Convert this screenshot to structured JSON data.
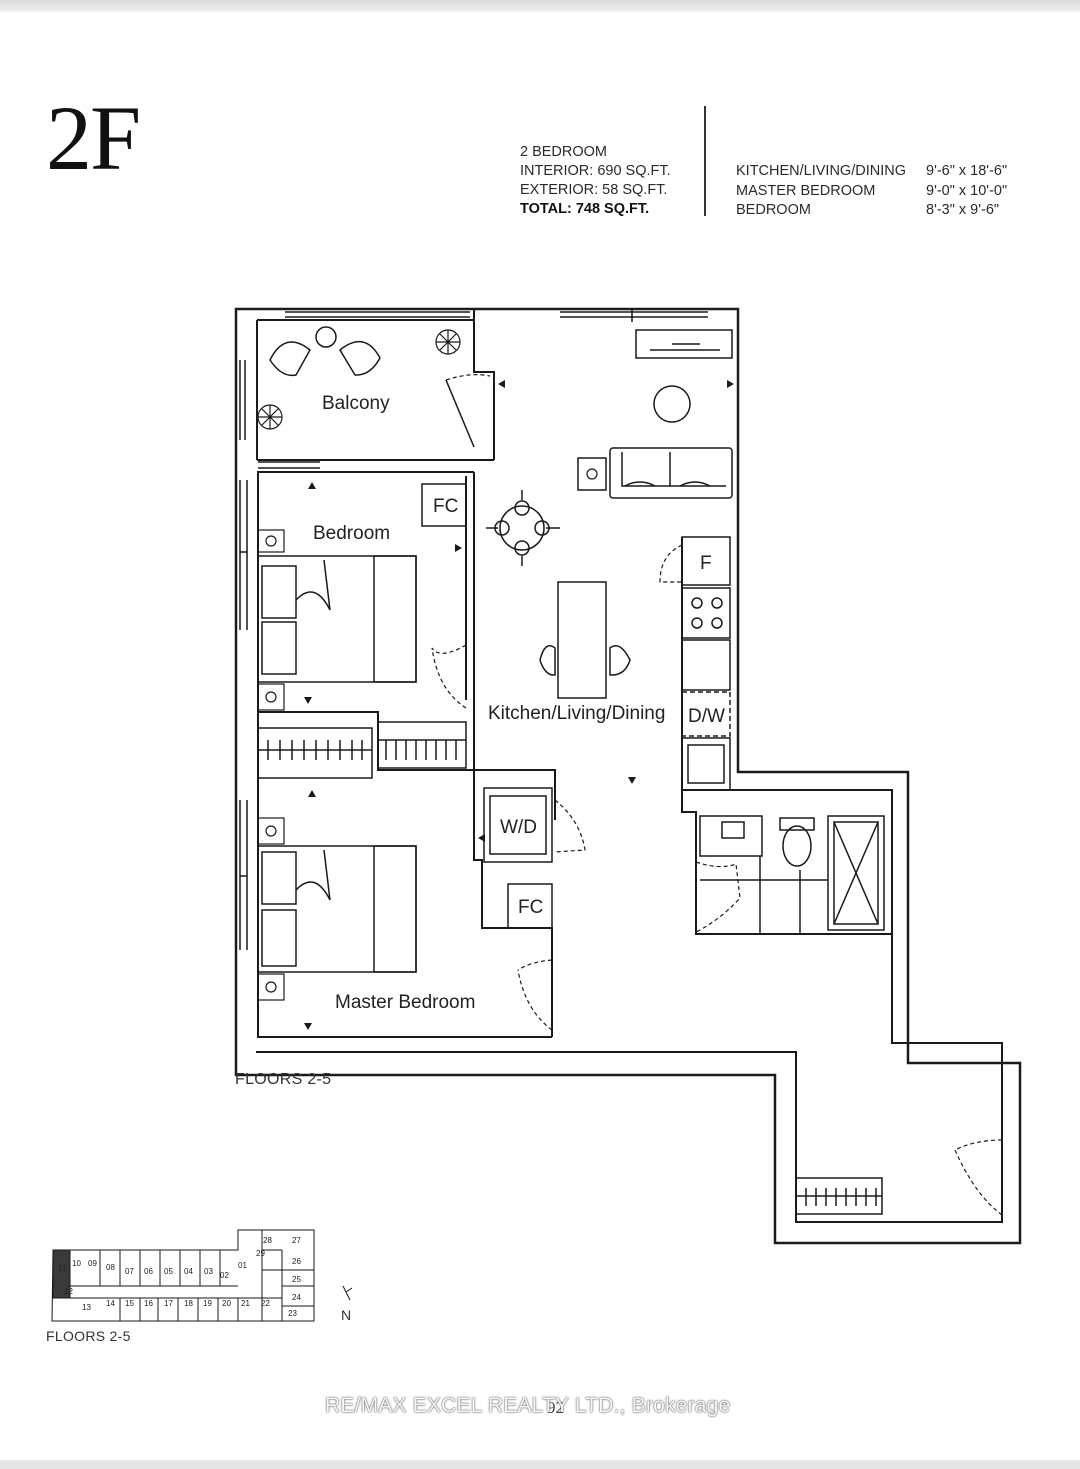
{
  "unit": {
    "code": "2F",
    "type": "2 BEDROOM",
    "interior": "INTERIOR: 690 SQ.FT.",
    "exterior": "EXTERIOR: 58 SQ.FT.",
    "total": "TOTAL: 748 SQ.FT."
  },
  "room_sizes": [
    {
      "name": "KITCHEN/LIVING/DINING",
      "size": "9'-6\" x 18'-6\""
    },
    {
      "name": "MASTER BEDROOM",
      "size": "9'-0\" x 10'-0\""
    },
    {
      "name": "BEDROOM",
      "size": "8'-3\" x 9'-6\""
    }
  ],
  "plan_labels": {
    "balcony": "Balcony",
    "bedroom": "Bedroom",
    "master_bedroom": "Master Bedroom",
    "kitchen_living_dining": "Kitchen/Living/Dining",
    "fc_upper": "FC",
    "fc_lower": "FC",
    "fridge": "F",
    "dishwasher": "D/W",
    "washer_dryer": "W/D"
  },
  "floors_label": "FLOORS 2-5",
  "keyplan": {
    "floors_label": "FLOORS 2-5",
    "north": "N",
    "highlighted_unit": "11",
    "units_top": [
      "10",
      "09",
      "08",
      "07",
      "06",
      "05",
      "04",
      "03",
      "02",
      "01"
    ],
    "units_bottom": [
      "12",
      "13",
      "14",
      "15",
      "16",
      "17",
      "18",
      "19",
      "20",
      "21",
      "22",
      "23"
    ],
    "units_right": [
      "28",
      "27",
      "29",
      "26",
      "25",
      "24"
    ]
  },
  "page_number": "92",
  "watermark": "RE/MAX EXCEL REALTY LTD., Brokerage",
  "colors": {
    "line": "#1a1a1a",
    "keyplan_highlight": "#3a3a3a"
  }
}
